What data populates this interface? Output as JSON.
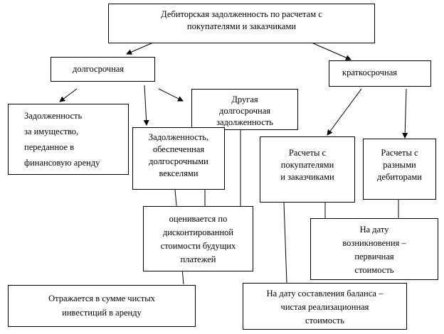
{
  "root": {
    "text": "Дебиторская задолженность по расчетам с\nпокупателями и заказчиками"
  },
  "long_term": {
    "text": "долгосрочная"
  },
  "short_term": {
    "text": "краткосрочная"
  },
  "leasing": {
    "text": "Задолженность\nза имущество,\nпереданное  в\nфинансовую аренду"
  },
  "bills": {
    "text": "Задолженность,\nобеспеченная\nдолгосрочными\nвекселями"
  },
  "other_long": {
    "text": "Другая\nдолгосрочная\nзадолженность"
  },
  "customers": {
    "text": "Расчеты с\nпокупателями\nи заказчиками"
  },
  "debtors": {
    "text": "Расчеты с\nразными\nдебиторами"
  },
  "discounted": {
    "text": "оценивается по\nдисконтированной\nстоимости будущих\nплатежей"
  },
  "initial": {
    "text": "На дату\nвозникновения –\nпервичная\nстоимость"
  },
  "net_investment": {
    "text": "Отражается в сумме чистых\nинвестиций в аренду"
  },
  "balance_date": {
    "text": "На дату составления баланса –\nчистая реализационная\nстоимость"
  }
}
